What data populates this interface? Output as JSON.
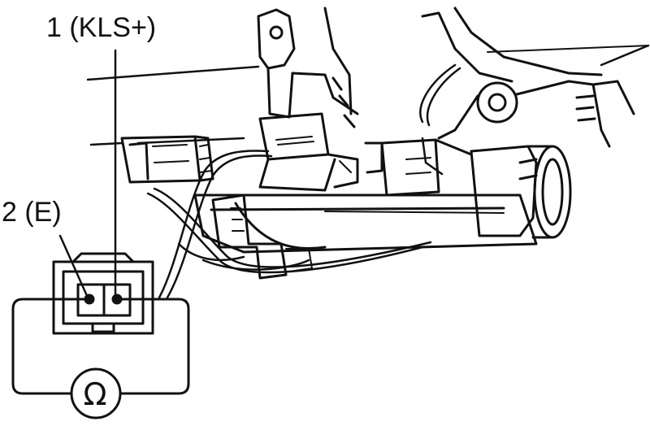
{
  "labels": {
    "terminal_1": "1 (KLS+)",
    "terminal_2": "2 (E)",
    "meter_symbol": "Ω"
  },
  "icons": {
    "meter": "ohmmeter-icon",
    "component": "ignition-switch-assembly"
  },
  "colors": {
    "line": "#111111",
    "background": "#ffffff"
  }
}
